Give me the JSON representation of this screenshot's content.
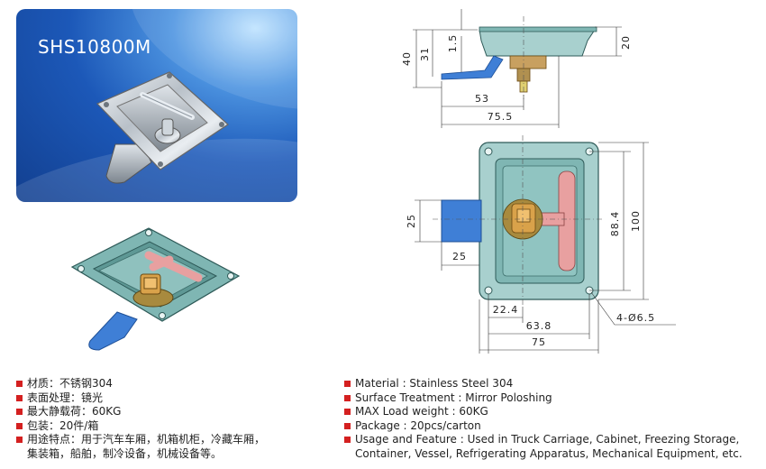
{
  "banner": {
    "model": "SHS10800M"
  },
  "dimensions": {
    "side": {
      "d40": "40",
      "d31": "31",
      "d1_5": "1.5",
      "d20": "20",
      "d53": "53",
      "d75_5": "75.5"
    },
    "front": {
      "d25h": "25",
      "d25w": "25",
      "d88_4": "88.4",
      "d100": "100",
      "d22_4": "22.4",
      "d63_8": "63.8",
      "d75": "75",
      "holes": "4-Ø6.5"
    }
  },
  "specs_cn": {
    "material": "材质：不锈钢304",
    "surface": "表面处理：镜光",
    "load": "最大静载荷：60KG",
    "package": "包装：20件/箱",
    "usage_line1": "用途特点：用于汽车车厢，机箱机柜，冷藏车厢，",
    "usage_line2": "集装箱，船舶，制冷设备，机械设备等。"
  },
  "specs_en": {
    "material": "Material : Stainless Steel 304",
    "surface": "Surface Treatment : Mirror Poloshing",
    "load": "MAX Load weight : 60KG",
    "package": "Package : 20pcs/carton",
    "usage_line1": "Usage and Feature : Used in Truck Carriage, Cabinet, Freezing Storage,",
    "usage_line2": "Container, Vessel, Refrigerating Apparatus, Mechanical Equipment, etc."
  },
  "colors": {
    "bullet": "#d42020",
    "banner_blue": "#1c58b8",
    "part_teal": "#7fb6b3",
    "handle_pink": "#e8a0a0",
    "tab_blue": "#3f7fd6"
  }
}
